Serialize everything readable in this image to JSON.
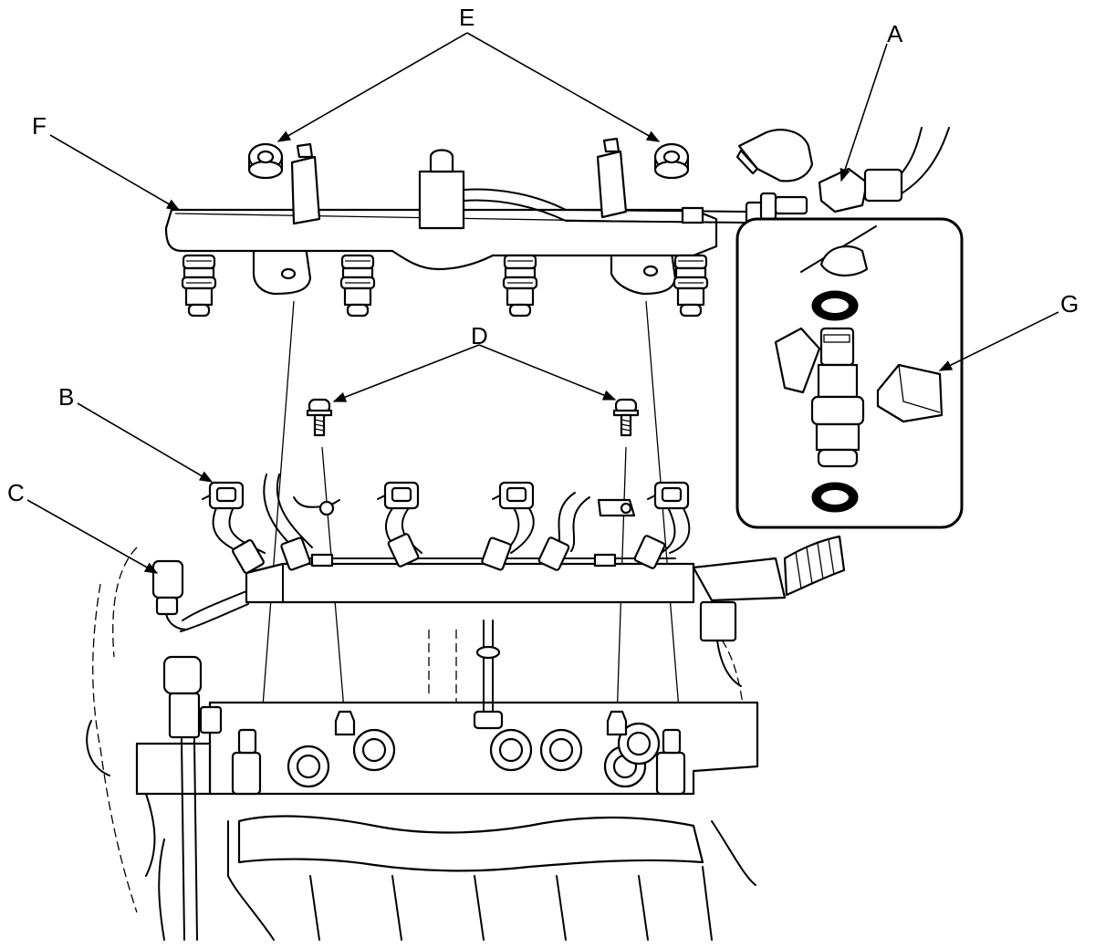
{
  "diagram": {
    "callouts": {
      "A": "A",
      "B": "B",
      "C": "C",
      "D": "D",
      "E": "E",
      "F": "F",
      "G": "G"
    }
  }
}
